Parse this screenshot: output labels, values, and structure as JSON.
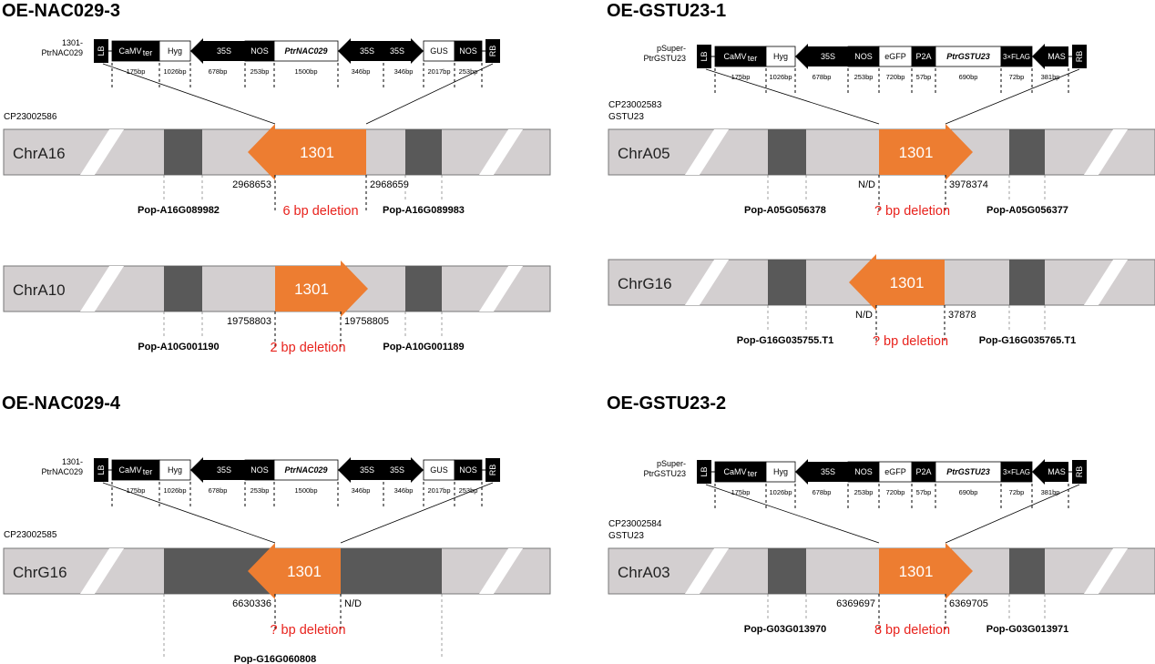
{
  "panels": [
    {
      "title": "OE-NAC029-3",
      "construct": {
        "name_lines": [
          "1301-",
          "PtrNAC029"
        ],
        "end_left": "LB",
        "end_right": "RB",
        "elements": [
          {
            "label": "CaMV",
            "sub": "ter",
            "bp": "175bp",
            "style": "box-black"
          },
          {
            "label": "Hyg",
            "sub": "",
            "bp": "1026bp",
            "style": "box-white"
          },
          {
            "label": "35S",
            "sub": "",
            "bp": "678bp",
            "style": "arrow-left"
          },
          {
            "label": "NOS",
            "sub": "",
            "bp": "253bp",
            "style": "box-black"
          },
          {
            "label": "PtrNAC029",
            "sub": "",
            "bp": "1500bp",
            "style": "box-white-italic"
          },
          {
            "label": "35S",
            "sub": "",
            "bp": "346bp",
            "style": "arrow-left"
          },
          {
            "label": "35S",
            "sub": "",
            "bp": "346bp",
            "style": "arrow-right"
          },
          {
            "label": "GUS",
            "sub": "",
            "bp": "2017bp",
            "style": "box-white"
          },
          {
            "label": "NOS",
            "sub": "",
            "bp": "253bp",
            "style": "box-black"
          }
        ]
      },
      "sample_lines": [
        "CP23002586"
      ],
      "insertions": [
        {
          "chr": "ChrA16",
          "insert": "1301",
          "direction": "left",
          "left_pos": "2968653",
          "right_pos": "2968659",
          "deletion": "6 bp deletion",
          "gene_left": "Pop-A16G089982",
          "gene_right": "Pop-A16G089983",
          "gene_center": "",
          "dark_span": false
        },
        {
          "chr": "ChrA10",
          "insert": "1301",
          "direction": "right",
          "left_pos": "19758803",
          "right_pos": "19758805",
          "deletion": "2 bp deletion",
          "gene_left": "Pop-A10G001190",
          "gene_right": "Pop-A10G001189",
          "gene_center": "",
          "dark_span": false
        }
      ]
    },
    {
      "title": "OE-GSTU23-1",
      "construct": {
        "name_lines": [
          "pSuper-",
          "PtrGSTU23"
        ],
        "end_left": "LB",
        "end_right": "RB",
        "elements": [
          {
            "label": "CaMV",
            "sub": "ter",
            "bp": "175bp",
            "style": "box-black"
          },
          {
            "label": "Hyg",
            "sub": "",
            "bp": "1026bp",
            "style": "box-white"
          },
          {
            "label": "35S",
            "sub": "",
            "bp": "678bp",
            "style": "arrow-left"
          },
          {
            "label": "NOS",
            "sub": "",
            "bp": "253bp",
            "style": "box-black"
          },
          {
            "label": "eGFP",
            "sub": "",
            "bp": "720bp",
            "style": "box-white"
          },
          {
            "label": "P2A",
            "sub": "",
            "bp": "57bp",
            "style": "box-black"
          },
          {
            "label": "PtrGSTU23",
            "sub": "",
            "bp": "690bp",
            "style": "box-white-italic"
          },
          {
            "label": "3×FLAG",
            "sub": "",
            "bp": "72bp",
            "style": "box-black-small"
          },
          {
            "label": "MAS",
            "sub": "",
            "bp": "381bp",
            "style": "arrow-left"
          }
        ]
      },
      "sample_lines": [
        "CP23002583",
        "GSTU23"
      ],
      "insertions": [
        {
          "chr": "ChrA05",
          "insert": "1301",
          "direction": "right",
          "left_pos": "N/D",
          "right_pos": "3978374",
          "deletion": "? bp deletion",
          "gene_left": "Pop-A05G056378",
          "gene_right": "Pop-A05G056377",
          "gene_center": "",
          "dark_span": false
        },
        {
          "chr": "ChrG16",
          "insert": "1301",
          "direction": "left",
          "left_pos": "N/D",
          "right_pos": "37878",
          "deletion": "? bp deletion",
          "gene_left": "Pop-G16G035755.T1",
          "gene_right": "Pop-G16G035765.T1",
          "gene_center": "",
          "dark_span": false
        }
      ]
    },
    {
      "title": "OE-NAC029-4",
      "construct": {
        "name_lines": [
          "1301-",
          "PtrNAC029"
        ],
        "end_left": "LB",
        "end_right": "RB",
        "elements": [
          {
            "label": "CaMV",
            "sub": "ter",
            "bp": "175bp",
            "style": "box-black"
          },
          {
            "label": "Hyg",
            "sub": "",
            "bp": "1026bp",
            "style": "box-white"
          },
          {
            "label": "35S",
            "sub": "",
            "bp": "678bp",
            "style": "arrow-left"
          },
          {
            "label": "NOS",
            "sub": "",
            "bp": "253bp",
            "style": "box-black"
          },
          {
            "label": "PtrNAC029",
            "sub": "",
            "bp": "1500bp",
            "style": "box-white-italic"
          },
          {
            "label": "35S",
            "sub": "",
            "bp": "346bp",
            "style": "arrow-left"
          },
          {
            "label": "35S",
            "sub": "",
            "bp": "346bp",
            "style": "arrow-right"
          },
          {
            "label": "GUS",
            "sub": "",
            "bp": "2017bp",
            "style": "box-white"
          },
          {
            "label": "NOS",
            "sub": "",
            "bp": "253bp",
            "style": "box-black"
          }
        ]
      },
      "sample_lines": [
        "CP23002585"
      ],
      "insertions": [
        {
          "chr": "ChrG16",
          "insert": "1301",
          "direction": "left",
          "left_pos": "6630336",
          "right_pos": "N/D",
          "deletion": "? bp deletion",
          "gene_left": "",
          "gene_right": "",
          "gene_center": "Pop-G16G060808",
          "dark_span": true
        }
      ]
    },
    {
      "title": "OE-GSTU23-2",
      "construct": {
        "name_lines": [
          "pSuper-",
          "PtrGSTU23"
        ],
        "end_left": "LB",
        "end_right": "RB",
        "elements": [
          {
            "label": "CaMV",
            "sub": "ter",
            "bp": "175bp",
            "style": "box-black"
          },
          {
            "label": "Hyg",
            "sub": "",
            "bp": "1026bp",
            "style": "box-white"
          },
          {
            "label": "35S",
            "sub": "",
            "bp": "678bp",
            "style": "arrow-left"
          },
          {
            "label": "NOS",
            "sub": "",
            "bp": "253bp",
            "style": "box-black"
          },
          {
            "label": "eGFP",
            "sub": "",
            "bp": "720bp",
            "style": "box-white"
          },
          {
            "label": "P2A",
            "sub": "",
            "bp": "57bp",
            "style": "box-black"
          },
          {
            "label": "PtrGSTU23",
            "sub": "",
            "bp": "690bp",
            "style": "box-white-italic"
          },
          {
            "label": "3×FLAG",
            "sub": "",
            "bp": "72bp",
            "style": "box-black-small"
          },
          {
            "label": "MAS",
            "sub": "",
            "bp": "381bp",
            "style": "arrow-left"
          }
        ]
      },
      "sample_lines": [
        "CP23002584",
        "GSTU23"
      ],
      "insertions": [
        {
          "chr": "ChrA03",
          "insert": "1301",
          "direction": "right",
          "left_pos": "6369697",
          "right_pos": "6369705",
          "deletion": "8 bp deletion",
          "gene_left": "Pop-G03G013970",
          "gene_right": "Pop-G03G013971",
          "gene_center": "",
          "dark_span": false
        }
      ]
    }
  ],
  "colors": {
    "chromosome": "#d3cfd0",
    "gene_block": "#595959",
    "insert_arrow": "#ed7d31",
    "deletion_text": "#e8221c",
    "element_black": "#000000"
  }
}
